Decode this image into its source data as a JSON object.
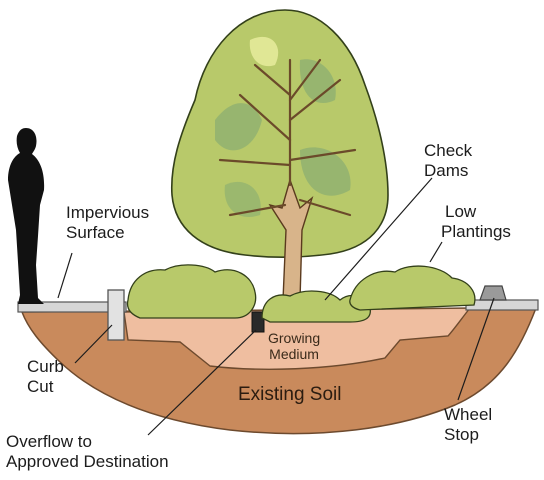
{
  "labels": {
    "check_dams": [
      "Check",
      "Dams"
    ],
    "impervious_surface": [
      "Impervious",
      "Surface"
    ],
    "low_plantings": [
      "Low",
      "Plantings"
    ],
    "curb_cut": [
      "Curb",
      "Cut"
    ],
    "growing_medium": [
      "Growing",
      "Medium"
    ],
    "existing_soil": "Existing Soil",
    "wheel_stop": [
      "Wheel",
      "Stop"
    ],
    "overflow": [
      "Overflow to",
      "Approved Destination"
    ]
  },
  "colors": {
    "soil": "#c98a5c",
    "growing_medium": "#edb99a",
    "foliage": "#b8c96a",
    "foliage_dark": "#8fa85a",
    "trunk": "#d8b48a",
    "pavement": "#d4d4d4",
    "silhouette": "#111111",
    "line": "#3b2a1e"
  }
}
